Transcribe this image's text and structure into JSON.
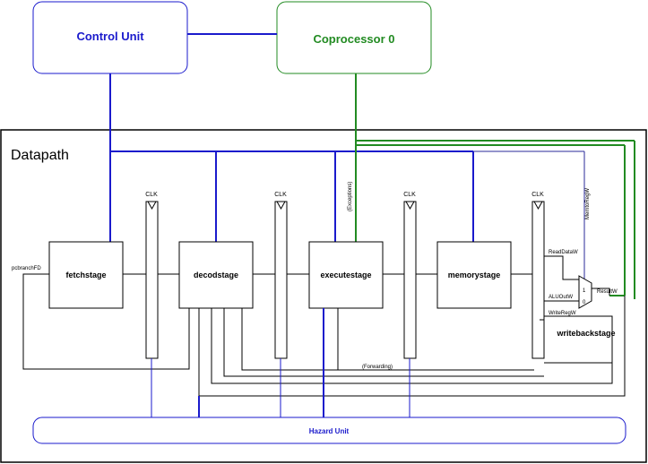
{
  "colors": {
    "blue": "#1a1acc",
    "green": "#228b22",
    "black": "#000000",
    "purple_label": "#2a2a9a"
  },
  "blocks": {
    "control_unit": "Control Unit",
    "coprocessor": "Coprocessor 0",
    "datapath": "Datapath",
    "hazard_unit": "Hazard Unit"
  },
  "stages": {
    "fetch": "fetchstage",
    "decode": "decodstage",
    "execute": "executestage",
    "memory": "memorystage",
    "writeback": "writebackstage"
  },
  "clk": "CLK",
  "signals": {
    "pcbranch": "pcbranchFD",
    "exceptions": "(Exceptions)",
    "forwarding": "(Forwarding)",
    "memtoreg": "MemtoRegW",
    "readdata": "ReadDataW",
    "aluout": "ALUOutW",
    "result": "ResultW",
    "writereg": "WriteRegW",
    "mux_one": "1",
    "mux_zero": "0"
  }
}
